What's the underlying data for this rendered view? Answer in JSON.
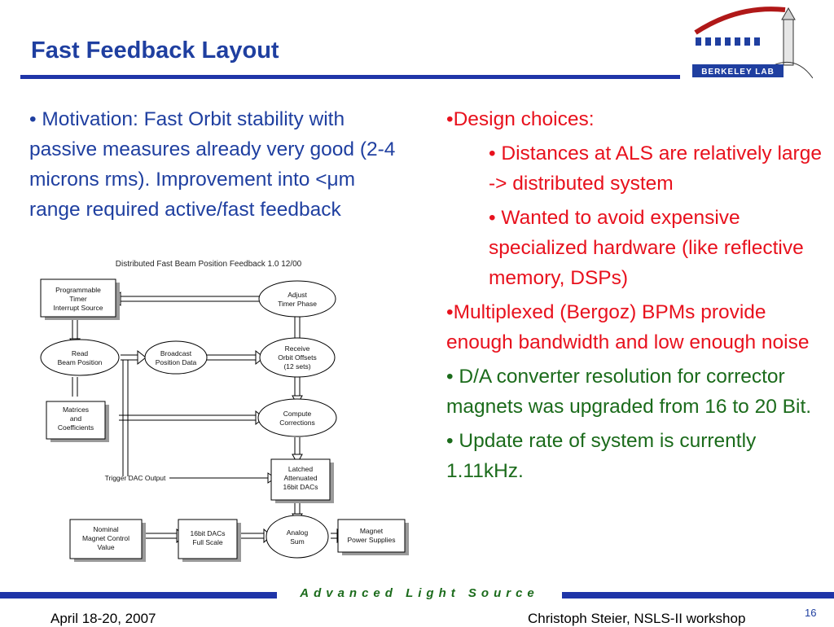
{
  "slide": {
    "title": "Fast Feedback Layout",
    "logo_text": "BERKELEY LAB",
    "left_text": "• Motivation: Fast Orbit stability with passive measures already very good (2-4 microns rms). Improvement into <μm range required active/fast feedback",
    "right": {
      "design_heading": "•Design choices:",
      "design_sub1": "• Distances at ALS are relatively large -> distributed system",
      "design_sub2": "• Wanted to avoid expensive specialized hardware (like reflective memory, DSPs)",
      "bpm": "•Multiplexed (Bergoz) BPMs provide enough bandwidth and low enough noise",
      "dac": "• D/A converter resolution for corrector magnets was upgraded from 16 to 20 Bit.",
      "rate": "• Update rate of system is currently 1.11kHz."
    },
    "diagram": {
      "title": "Distributed Fast Beam Position Feedback  1.0 12/00",
      "nodes": {
        "timer": [
          "Programmable",
          "Timer",
          "Interrupt Source"
        ],
        "adjust": [
          "Adjust",
          "Timer Phase"
        ],
        "read": [
          "Read",
          "Beam Position"
        ],
        "broadcast": [
          "Broadcast",
          "Position Data"
        ],
        "receive": [
          "Receive",
          "Orbit Offsets",
          "(12 sets)"
        ],
        "matrices": [
          "Matrices",
          "and",
          "Coefficients"
        ],
        "compute": [
          "Compute",
          "Corrections"
        ],
        "latched": [
          "Latched",
          "Attenuated",
          "16bit DACs"
        ],
        "nominal": [
          "Nominal",
          "Magnet Control",
          "Value"
        ],
        "dacs16": [
          "16bit DACs",
          "Full Scale"
        ],
        "analog": [
          "Analog",
          "Sum"
        ],
        "magnet": [
          "Magnet",
          "Power Supplies"
        ]
      },
      "trigger_label": "Trigger DAC Output"
    },
    "footer": {
      "tagline": "Advanced Light Source",
      "date": "April 18-20, 2007",
      "author": "Christoph Steier, NSLS-II workshop",
      "page": "16"
    },
    "colors": {
      "title_blue": "#1f3fa0",
      "rule_blue": "#1f35a8",
      "bullet_red": "#e8111d",
      "bullet_green": "#1b6b1b"
    }
  }
}
